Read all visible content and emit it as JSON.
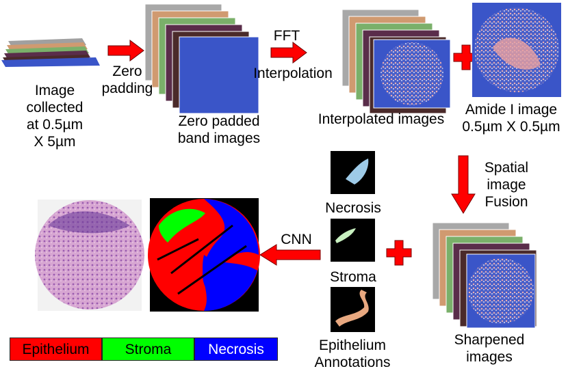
{
  "labels": {
    "image_collected": [
      "Image",
      "collected",
      "at 0.5µm",
      "X 5µm"
    ],
    "zero_padding": [
      "Zero",
      "padding"
    ],
    "zero_padded": [
      "Zero padded",
      "band images"
    ],
    "fft": "FFT",
    "interpolation": "Interpolation",
    "interpolated": "Interpolated images",
    "amide": [
      "Amide I image",
      "0.5µm X 0.5µm"
    ],
    "spatial_fusion": [
      "Spatial",
      "image",
      "Fusion"
    ],
    "necrosis": "Necrosis",
    "stroma": "Stroma",
    "epithelium_annotations": [
      "Epithelium",
      "Annotations"
    ],
    "cnn": "CNN",
    "sharpened": [
      "Sharpened",
      "images"
    ]
  },
  "legend": [
    {
      "label": "Epithelium",
      "color": "#ff0000",
      "text_color": "#000000"
    },
    {
      "label": "Stroma",
      "color": "#00ff00",
      "text_color": "#000000"
    },
    {
      "label": "Necrosis",
      "color": "#0000ff",
      "text_color": "#ffffff"
    }
  ],
  "colors": {
    "arrow": "#ff0000",
    "band_blue": "#3a55c8",
    "band_layers": [
      "#a0a0a0",
      "#d09a70",
      "#7ab06a",
      "#5a2d4a",
      "#4a2a2a"
    ],
    "tissue": "#e8a0a0"
  }
}
